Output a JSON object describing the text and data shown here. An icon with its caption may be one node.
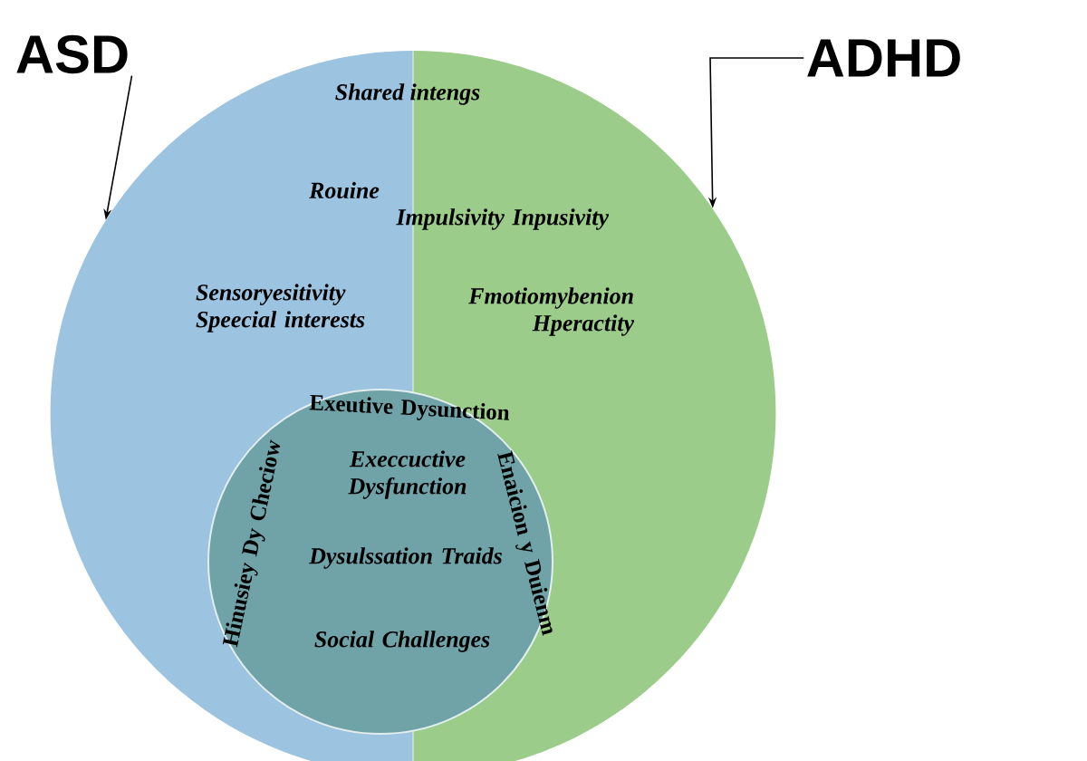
{
  "diagram": {
    "nodes": [
      {
        "text": [
          "ASD"
        ]
      },
      {
        "text": [
          "ADHD"
        ]
      },
      {
        "text": [
          "Rouine",
          "Sensoryesitivity Speecial interests"
        ]
      },
      {
        "text": [
          "Impulsivity Inpusivity",
          "Fmotiomybenion Hperactity"
        ]
      },
      {
        "text": [
          "Exeutive Dysunction",
          "Hinusiey Dy Checiow",
          "Enaicion y Duienm",
          "Execcuctive Dysfunction",
          "Dysulssation Traids",
          "Social Challenges"
        ]
      }
    ],
    "edges": [
      {
        "from": 0,
        "to": 2,
        "arrow": "to"
      },
      {
        "from": 1,
        "to": 3,
        "arrow": "to"
      }
    ],
    "labels": [
      "Shared intengs"
    ]
  }
}
